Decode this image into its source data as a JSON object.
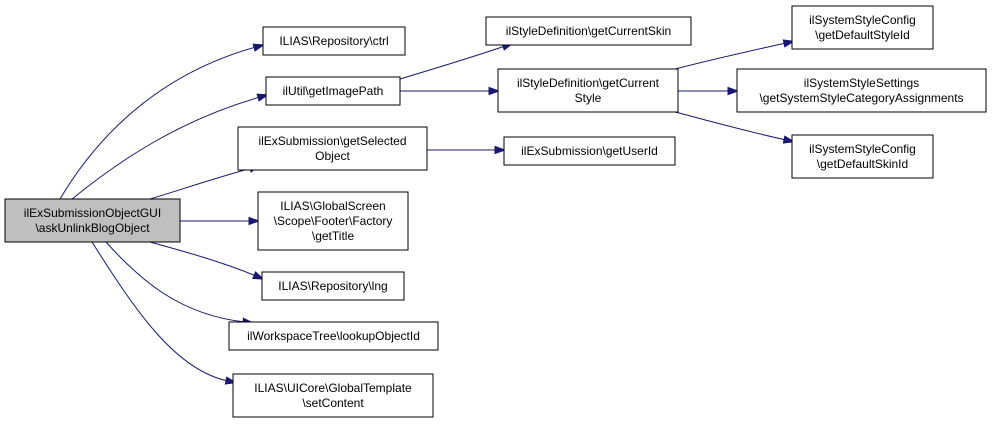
{
  "nodes": [
    {
      "id": "root",
      "lines": [
        "ilExSubmissionObjectGUI",
        "\\askUnlinkBlogObject"
      ]
    },
    {
      "id": "repo_ctrl",
      "lines": [
        "ILIAS\\Repository\\ctrl"
      ]
    },
    {
      "id": "util_getimagepath",
      "lines": [
        "ilUtil\\getImagePath"
      ]
    },
    {
      "id": "exsub_getselected",
      "lines": [
        "ilExSubmission\\getSelected",
        "Object"
      ]
    },
    {
      "id": "footer_gettitle",
      "lines": [
        "ILIAS\\GlobalScreen",
        "\\Scope\\Footer\\Factory",
        "\\getTitle"
      ]
    },
    {
      "id": "repo_lng",
      "lines": [
        "ILIAS\\Repository\\lng"
      ]
    },
    {
      "id": "wstree_lookup",
      "lines": [
        "ilWorkspaceTree\\lookupObjectId"
      ]
    },
    {
      "id": "tpl_setcontent",
      "lines": [
        "ILIAS\\UICore\\GlobalTemplate",
        "\\setContent"
      ]
    },
    {
      "id": "style_getcurrentskin",
      "lines": [
        "ilStyleDefinition\\getCurrentSkin"
      ]
    },
    {
      "id": "style_getcurrentstyle",
      "lines": [
        "ilStyleDefinition\\getCurrent",
        "Style"
      ]
    },
    {
      "id": "exsub_getuserid",
      "lines": [
        "ilExSubmission\\getUserId"
      ]
    },
    {
      "id": "ssc_getdefaultstyleid",
      "lines": [
        "ilSystemStyleConfig",
        "\\getDefaultStyleId"
      ]
    },
    {
      "id": "sss_getcategory",
      "lines": [
        "ilSystemStyleSettings",
        "\\getSystemStyleCategoryAssignments"
      ]
    },
    {
      "id": "ssc_getdefaultskinid",
      "lines": [
        "ilSystemStyleConfig",
        "\\getDefaultSkinId"
      ]
    }
  ],
  "edges": [
    [
      "root",
      "repo_ctrl"
    ],
    [
      "root",
      "util_getimagepath"
    ],
    [
      "root",
      "exsub_getselected"
    ],
    [
      "root",
      "footer_gettitle"
    ],
    [
      "root",
      "repo_lng"
    ],
    [
      "root",
      "wstree_lookup"
    ],
    [
      "root",
      "tpl_setcontent"
    ],
    [
      "util_getimagepath",
      "style_getcurrentskin"
    ],
    [
      "util_getimagepath",
      "style_getcurrentstyle"
    ],
    [
      "exsub_getselected",
      "exsub_getuserid"
    ],
    [
      "style_getcurrentstyle",
      "ssc_getdefaultstyleid"
    ],
    [
      "style_getcurrentstyle",
      "sss_getcategory"
    ],
    [
      "style_getcurrentstyle",
      "ssc_getdefaultskinid"
    ]
  ],
  "colors": {
    "edge": "#191970",
    "root_fill": "#bfbfbf",
    "node_fill": "#ffffff",
    "node_stroke": "#000000"
  }
}
